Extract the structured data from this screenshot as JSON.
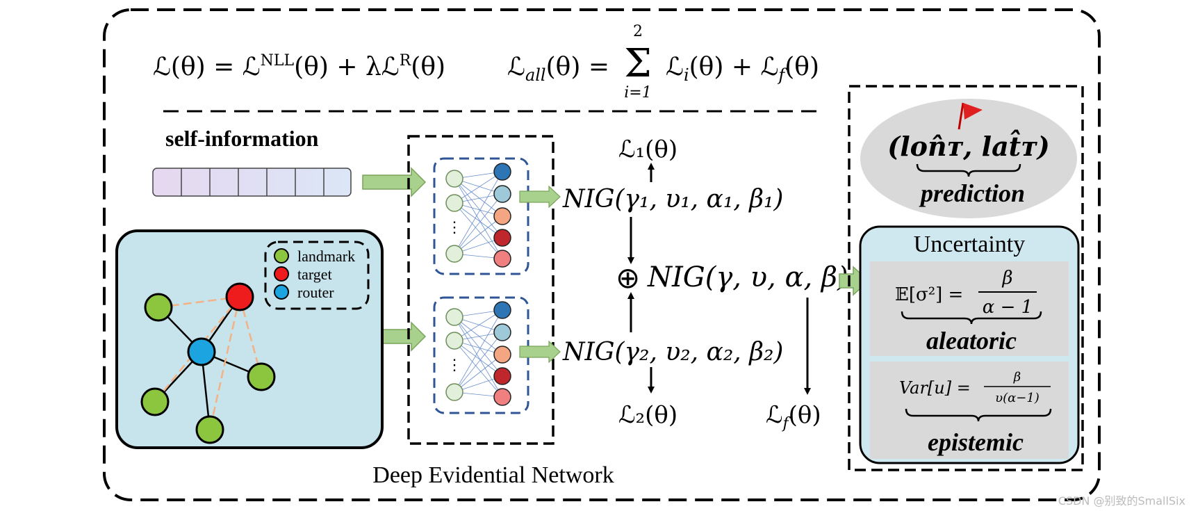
{
  "formulas": {
    "loss_total": "ℒ(θ) = ℒ",
    "loss_total_nll": "NLL",
    "loss_total_mid": "(θ) + λℒ",
    "loss_total_r": "R",
    "loss_total_end": "(θ)",
    "loss_all_lhs": "ℒ",
    "loss_all_sub": "all",
    "loss_all_eq": "(θ) =",
    "sum_top": "2",
    "sum_sigma": "Σ",
    "sum_bottom": "i=1",
    "loss_all_rhs": "ℒ",
    "loss_all_rhs_sub": "i",
    "loss_all_rhs_mid": "(θ) + ℒ",
    "loss_all_rhs_sub2": "f",
    "loss_all_rhs_end": "(θ)"
  },
  "inputs": {
    "self_information": "self-information"
  },
  "legend": {
    "items": [
      {
        "label": "landmark",
        "color": "#8cc63f"
      },
      {
        "label": "target",
        "color": "#ee1c1c"
      },
      {
        "label": "router",
        "color": "#1ca4e0"
      }
    ]
  },
  "network": {
    "label": "Deep Evidential Network",
    "neuron_colors": [
      "#2e75b6",
      "#9dc9d8",
      "#f4a582",
      "#c0272d",
      "#f08080"
    ],
    "ellipsis": "⋮"
  },
  "nig": {
    "nig1": "NIG(γ₁, υ₁, α₁, β₁)",
    "nig2": "NIG(γ₂, υ₂, α₂, β₂)",
    "nig_combined": "NIG(γ, υ, α, β)",
    "oplus": "⊕",
    "loss1": "ℒ₁(θ)",
    "loss2": "ℒ₂(θ)",
    "lossf": "ℒ",
    "lossf_sub": "f",
    "lossf_end": "(θ)"
  },
  "prediction": {
    "coord": "(lon̂ᴛ, lat̂ᴛ)",
    "label": "prediction"
  },
  "uncertainty": {
    "title": "Uncertainty",
    "aleatoric_formula_lhs": "𝔼[σ²] =",
    "aleatoric_num": "β",
    "aleatoric_den": "α − 1",
    "aleatoric_label": "aleatoric",
    "epistemic_formula_lhs": "Var[u] =",
    "epistemic_num": "β",
    "epistemic_den": "υ(α−1)",
    "epistemic_label": "epistemic"
  },
  "watermark": "CSDN @别致的SmallSix",
  "colors": {
    "graph_bg": "#c7e3ec",
    "uncertainty_bg": "#cfe8ef",
    "gray_box": "#d9d9d9",
    "prediction_bg": "#d9d9d9",
    "arrow_green": "#a9d18e",
    "input_bar": "#e6dcf2",
    "dashed_blue": "#2f5597",
    "flag_red": "#e02020"
  }
}
